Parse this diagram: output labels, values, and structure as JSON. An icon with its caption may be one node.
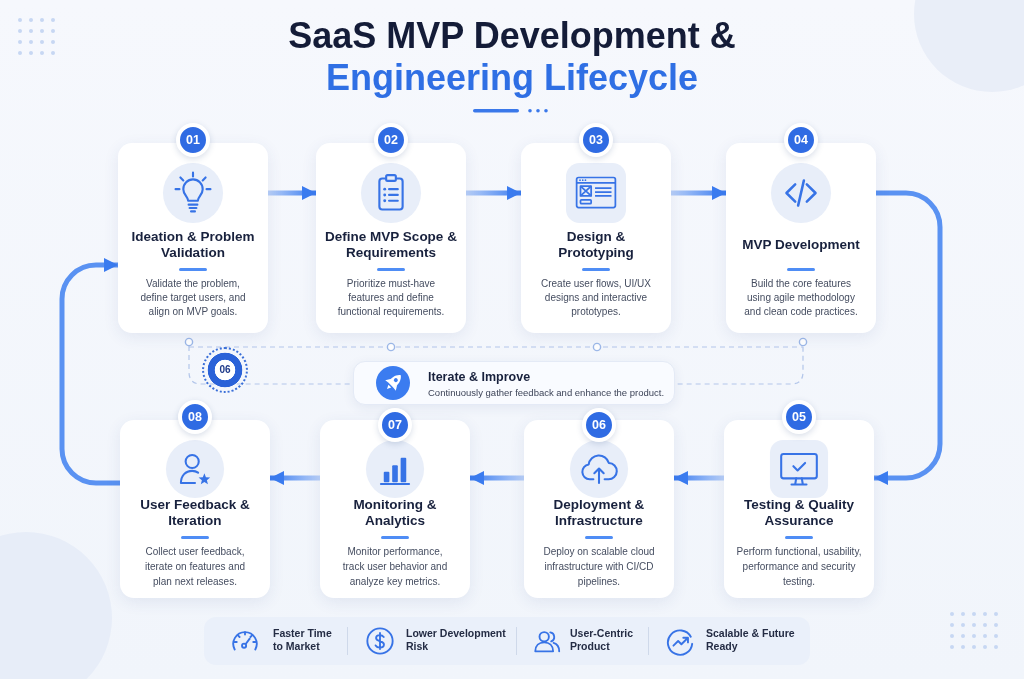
{
  "diagram": {
    "title": "SaaS MVP Development & Engineering Lifecycle",
    "nodes": [
      {
        "text": [
          "01",
          "Ideation & Problem Validation",
          "Validate the problem, define target users, and align on MVP goals."
        ]
      },
      {
        "text": [
          "02",
          "Define MVP Scope & Requirements",
          "Prioritize must-have features and define functional requirements."
        ]
      },
      {
        "text": [
          "03",
          "Design & Prototyping",
          "Create user flows, UI/UX designs and interactive prototypes."
        ]
      },
      {
        "text": [
          "04",
          "MVP Development",
          "Build the core features using agile methodology and clean code practices."
        ]
      },
      {
        "text": [
          "06"
        ]
      },
      {
        "text": [
          "Iterate & Improve",
          "Continuously gather feedback and enhance the product."
        ]
      },
      {
        "text": [
          "08",
          "User Feedback & Iteration",
          "Collect user feedback, iterate on features and plan next releases."
        ]
      },
      {
        "text": [
          "07",
          "Monitoring & Analytics",
          "Monitor performance, track user behavior and analyze key metrics."
        ]
      },
      {
        "text": [
          "06",
          "Deployment & Infrastructure",
          "Deploy on scalable cloud infrastructure with CI/CD pipelines."
        ]
      },
      {
        "text": [
          "05",
          "Testing & Quality Assurance",
          "Perform functional, usability, performance and security testing."
        ]
      },
      {
        "text": [
          "Faster Time to Market",
          "Lower Development Risk",
          "User-Centric Product",
          "Scalable & Future Ready"
        ]
      }
    ],
    "edges": [
      {
        "from": 0,
        "to": 1,
        "arrow": "to"
      },
      {
        "from": 1,
        "to": 2,
        "arrow": "to"
      },
      {
        "from": 2,
        "to": 3,
        "arrow": "to"
      },
      {
        "from": 3,
        "to": 9,
        "arrow": "to"
      },
      {
        "from": 9,
        "to": 8,
        "arrow": "to"
      },
      {
        "from": 8,
        "to": 7,
        "arrow": "to"
      },
      {
        "from": 7,
        "to": 6,
        "arrow": "to"
      },
      {
        "from": 6,
        "to": 0,
        "arrow": "to"
      }
    ]
  }
}
